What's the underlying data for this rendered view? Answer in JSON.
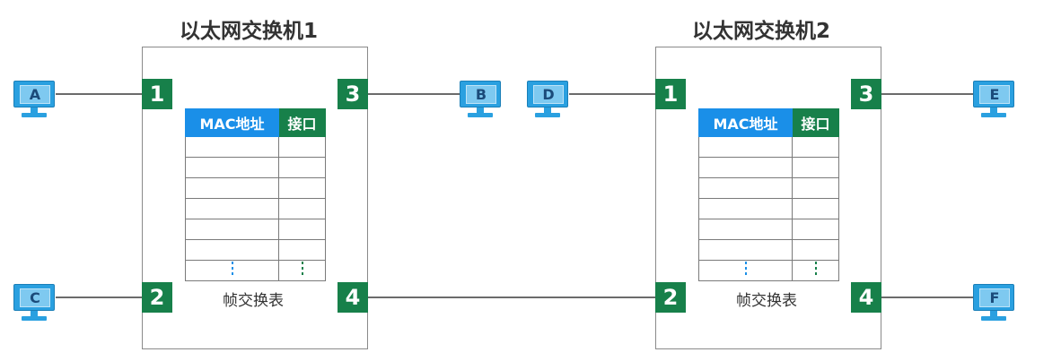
{
  "switches": [
    {
      "title": "以太网交换机1",
      "ports": [
        "1",
        "2",
        "3",
        "4"
      ],
      "table": {
        "header_mac": "MAC地址",
        "header_port": "接口",
        "caption": "帧交换表"
      }
    },
    {
      "title": "以太网交换机2",
      "ports": [
        "1",
        "2",
        "3",
        "4"
      ],
      "table": {
        "header_mac": "MAC地址",
        "header_port": "接口",
        "caption": "帧交换表"
      }
    }
  ],
  "hosts": [
    "A",
    "B",
    "C",
    "D",
    "E",
    "F"
  ],
  "colors": {
    "port_green": "#17804a",
    "mac_header_blue": "#1a8fe8",
    "host_blue": "#2aa0e0",
    "line_gray": "#6b6b6b"
  }
}
